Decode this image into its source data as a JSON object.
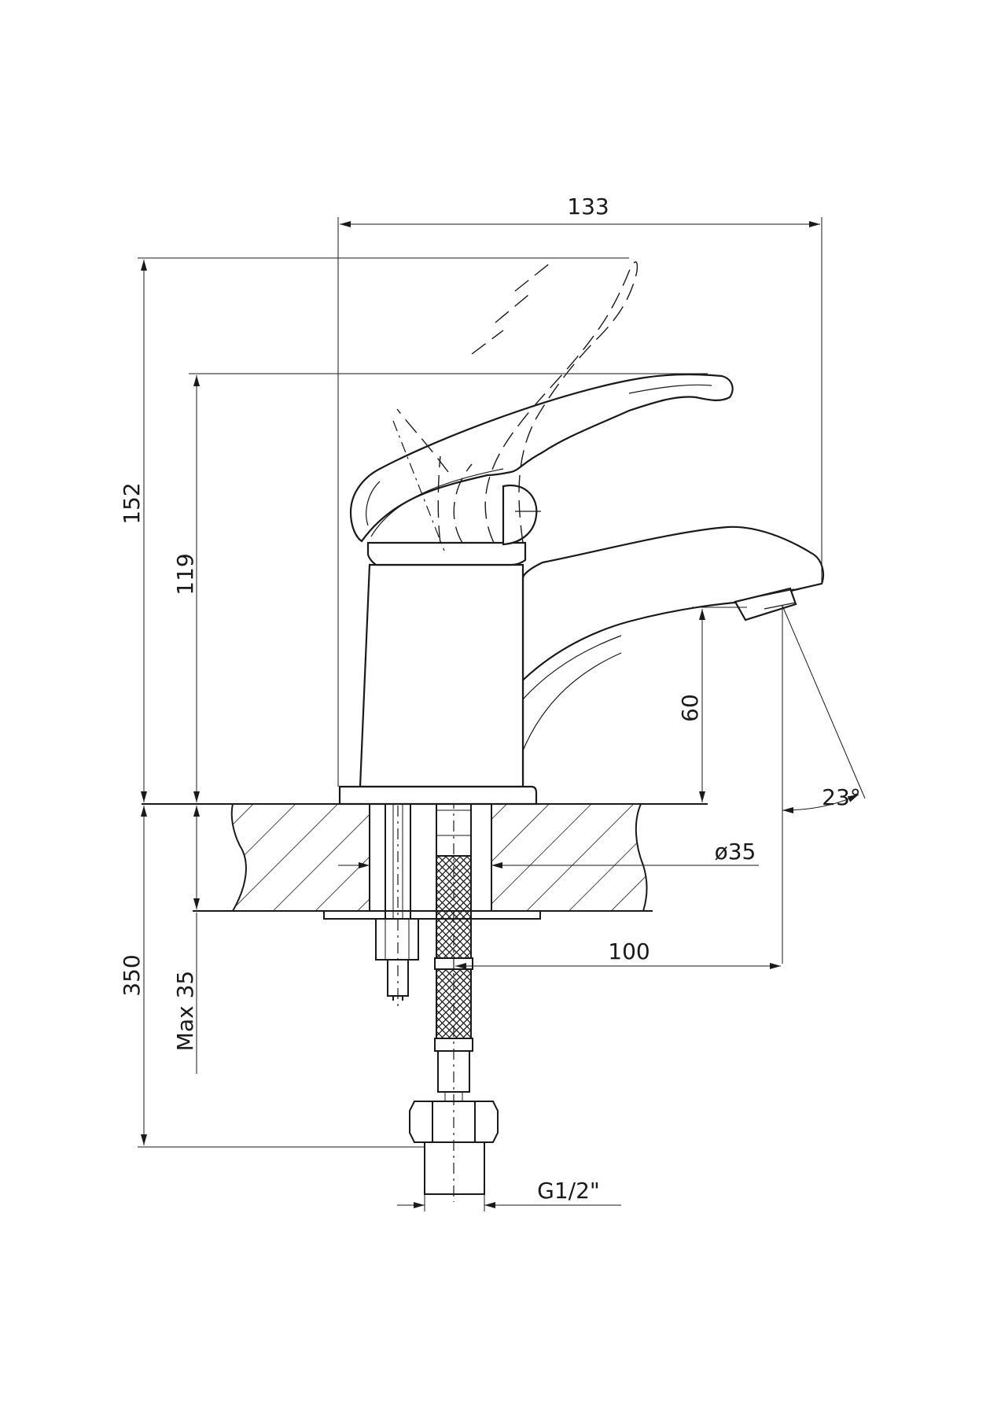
{
  "dimensions": {
    "total_width": "133",
    "total_height": "152",
    "body_height": "119",
    "spout_clearance": "60",
    "spout_angle": "23°",
    "hole_diameter": "ø35",
    "spout_reach": "100",
    "hose_length": "350",
    "max_deck": "Max 35",
    "thread": "G1/2\""
  }
}
